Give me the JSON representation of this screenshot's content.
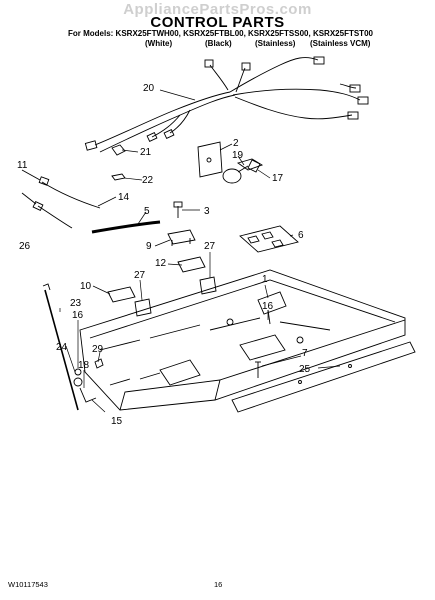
{
  "watermark": "AppliancePartsPros.com",
  "title": "CONTROL PARTS",
  "models_line": "For Models: KSRX25FTWH00, KSRX25FTBL00, KSRX25FTSS00, KSRX25FTST00",
  "color_names": [
    "(White)",
    "(Black)",
    "(Stainless)",
    "(Stainless VCM)"
  ],
  "footer": {
    "doc_number": "W10117543",
    "page": "16"
  },
  "callouts": [
    "20",
    "2",
    "19",
    "21",
    "17",
    "22",
    "11",
    "14",
    "3",
    "5",
    "26",
    "9",
    "6",
    "27",
    "12",
    "10",
    "1",
    "27",
    "23",
    "16",
    "16",
    "29",
    "24",
    "18",
    "7",
    "25",
    "15"
  ]
}
